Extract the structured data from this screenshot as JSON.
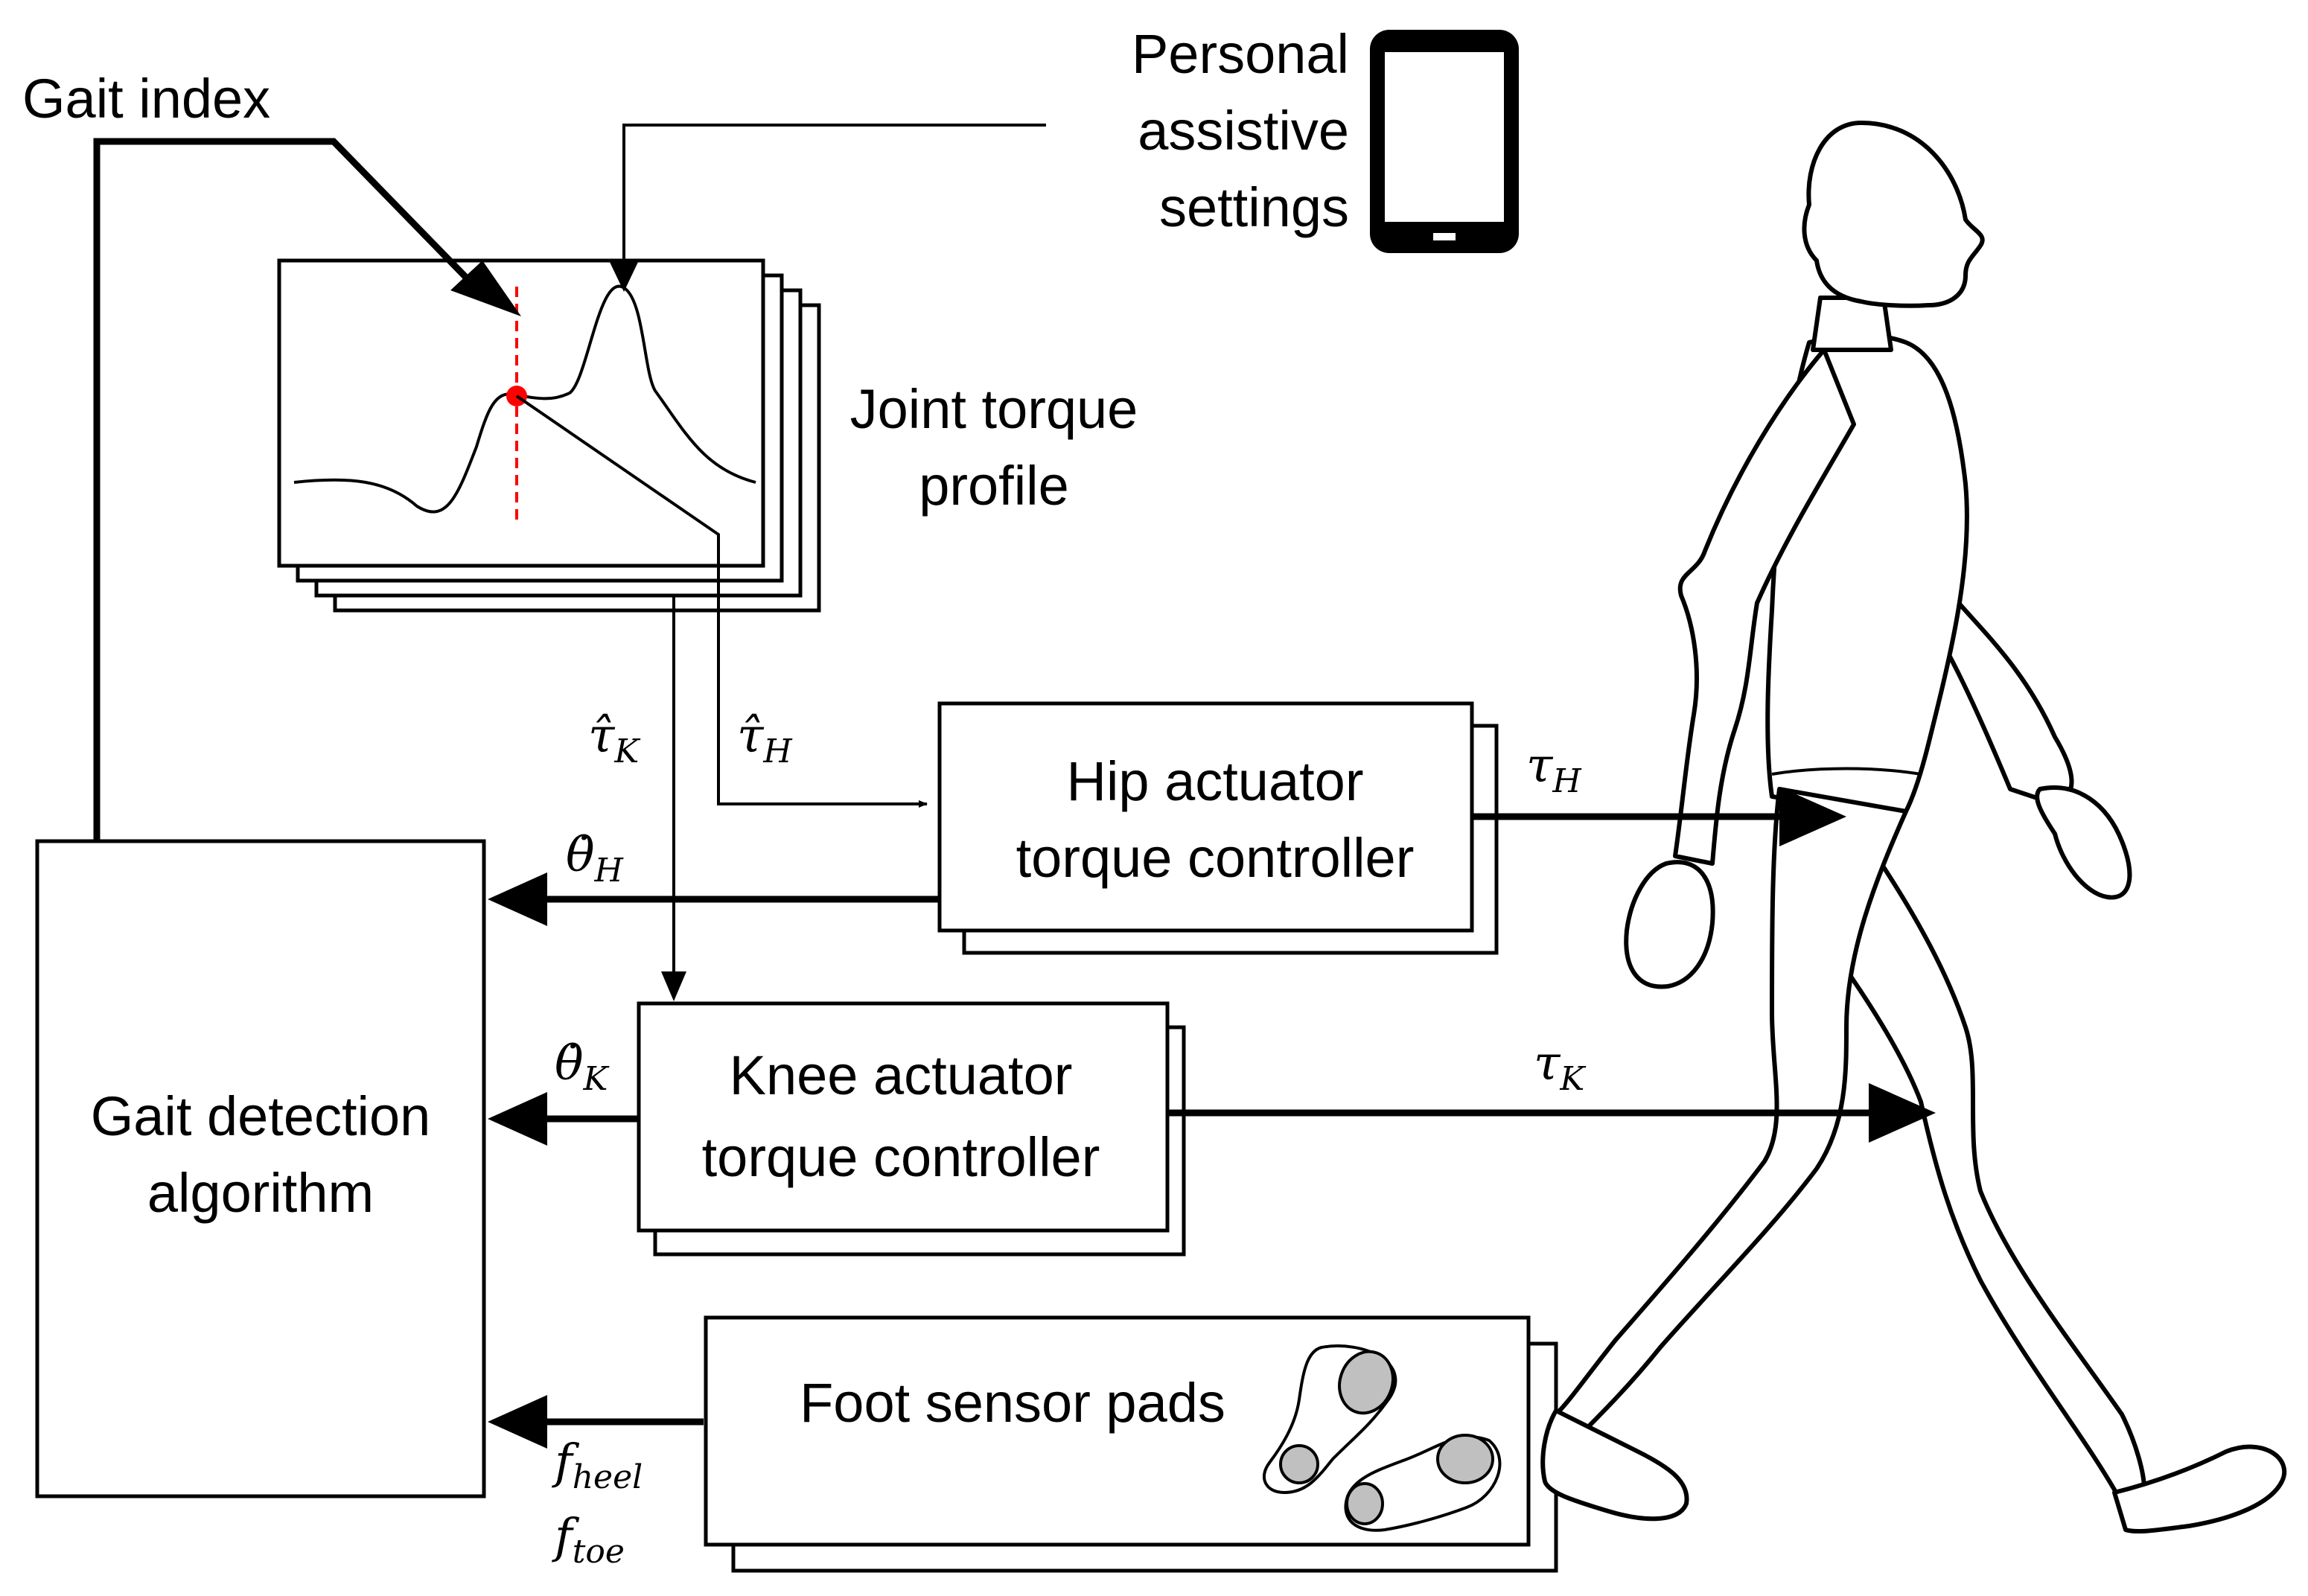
{
  "labels": {
    "gait_index": "Gait index",
    "personal_settings": [
      "Personal",
      "assistive",
      "settings"
    ],
    "joint_torque_profile": [
      "Joint torque",
      "profile"
    ],
    "hip_controller": [
      "Hip actuator",
      "torque controller"
    ],
    "knee_controller": [
      "Knee actuator",
      "torque controller"
    ],
    "gait_detection": [
      "Gait detection",
      "algorithm"
    ],
    "foot_sensor_pads": "Foot sensor pads"
  },
  "signals": {
    "tau_hat_k": {
      "symbol": "τ̂",
      "sub": "K"
    },
    "tau_hat_h": {
      "symbol": "τ̂",
      "sub": "H"
    },
    "theta_dot_h": {
      "symbol": "θ̇",
      "sub": "H"
    },
    "theta_dot_k": {
      "symbol": "θ̇",
      "sub": "K"
    },
    "tau_h": {
      "symbol": "τ",
      "sub": "H"
    },
    "tau_k": {
      "symbol": "τ",
      "sub": "K"
    },
    "f_heel": {
      "symbol": "f",
      "sub": "heel"
    },
    "f_toe": {
      "symbol": "f",
      "sub": "toe"
    }
  },
  "colors": {
    "stroke": "#000000",
    "marker": "#ff0000",
    "sensor_pad": "#c0c0c0"
  }
}
